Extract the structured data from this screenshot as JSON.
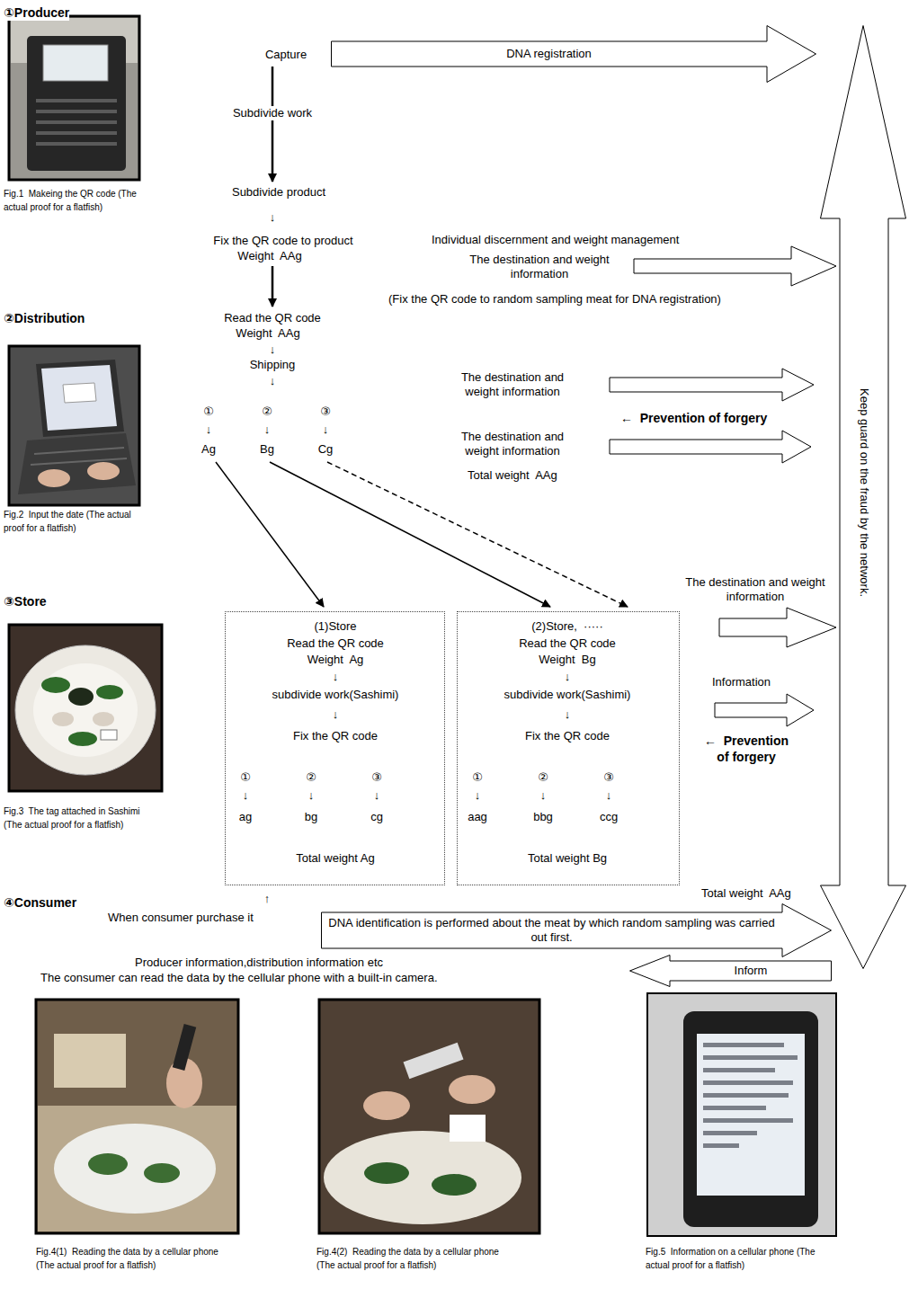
{
  "diagram": {
    "nodes": [
      {
        "text": [
          "DNA registration"
        ]
      },
      {
        "text": [
          "Keep guard on the fraud by the network."
        ]
      },
      {
        "text": [
          "(1)Store",
          "Read the QR code",
          "Weight  Ag",
          "↓",
          "subdivide work(Sashimi)",
          "↓",
          "Fix the QR code",
          "①",
          "②",
          "③",
          "↓",
          "↓",
          "↓",
          "ag",
          "bg",
          "cg",
          "Total weight Ag"
        ]
      },
      {
        "text": [
          "(2)Store,  ·····",
          "Read the QR code",
          "Weight  Bg",
          "↓",
          "subdivide work(Sashimi)",
          "↓",
          "Fix the QR code",
          "①",
          "②",
          "③",
          "↓",
          "↓",
          "↓",
          "aag",
          "bbg",
          "ccg",
          "Total weight Bg"
        ]
      },
      {
        "text": [
          "DNA identification is performed about the meat by which random sampling was carried out first."
        ]
      },
      {
        "text": [
          "Inform"
        ]
      }
    ],
    "labels": [
      "①Producer",
      "Capture",
      "Subdivide work",
      "Subdivide product",
      "↓",
      "Fix the QR code to product",
      "Weight  AAg",
      "Individual discernment and weight management",
      "The destination and weight information",
      "(Fix the QR code to random sampling meat for DNA registration)",
      "Fig.1  Makeing the QR code (The actual proof for a flatfish)",
      "②Distribution",
      "Read the QR code",
      "Weight  AAg",
      "↓",
      "Shipping",
      "↓",
      "The destination and weight information",
      "←  Prevention of forgery",
      "①",
      "②",
      "③",
      "↓",
      "↓",
      "↓",
      "Ag",
      "Bg",
      "Cg",
      "The destination and weight information",
      "Total weight  AAg",
      "Fig.2  Input the date (The actual proof for a flatfish)",
      "③Store",
      "The destination and weight information",
      "Information",
      "←  Prevention of forgery",
      "Total weight  AAg",
      "Fig.3  The tag attached in Sashimi (The actual proof for a flatfish)",
      "④Consumer",
      "↑",
      "When consumer purchase it",
      "Producer information,distribution information etc",
      "The consumer can read the data by the cellular phone with a built-in camera.",
      "Fig.4(1)  Reading the data by a cellular phone (The actual proof for a flatfish)",
      "Fig.4(2)  Reading the data by a cellular phone (The actual proof for a flatfish)",
      "Fig.5  Information on a cellular phone (The actual proof for a flatfish)"
    ]
  }
}
